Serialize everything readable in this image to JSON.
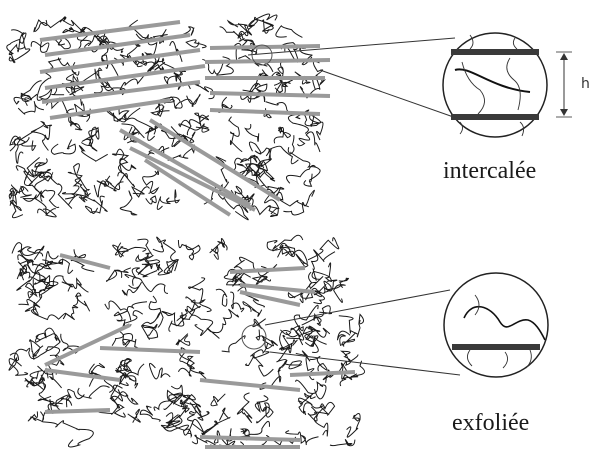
{
  "figure": {
    "panels": [
      {
        "id": "top",
        "label": "intercalée",
        "spacing_label": "h"
      },
      {
        "id": "bottom",
        "label": "exfoliée"
      }
    ],
    "colors": {
      "ink": "#1a1a1a",
      "platelet": "#9a9a9a",
      "platelet_dark": "#3a3a3a",
      "paper": "#ffffff"
    }
  }
}
